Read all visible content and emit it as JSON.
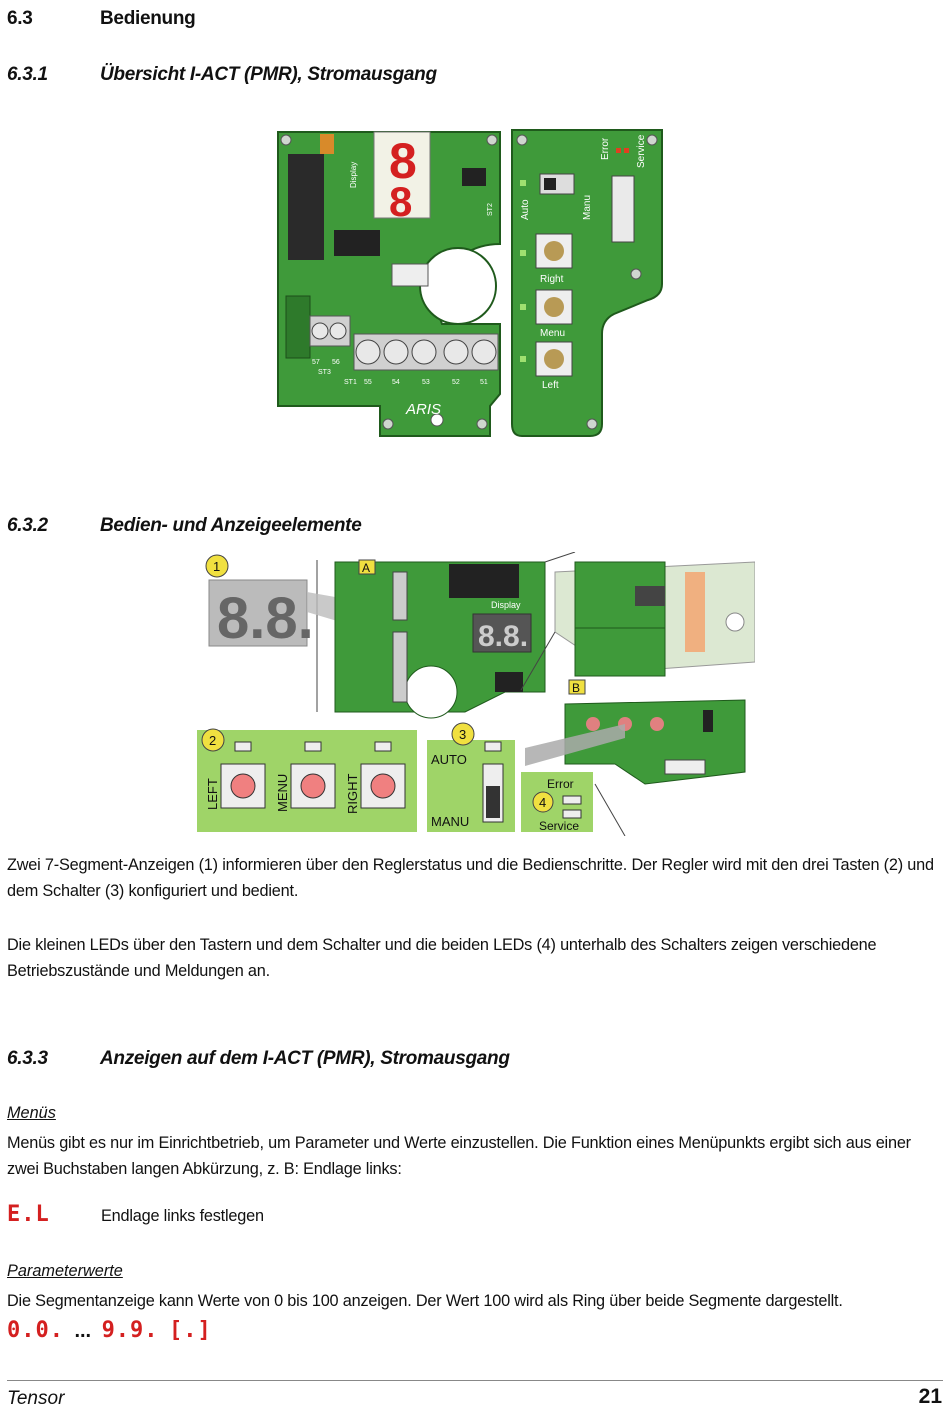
{
  "sections": {
    "s63": {
      "num": "6.3",
      "title": "Bedienung"
    },
    "s631": {
      "num": "6.3.1",
      "title": "Übersicht I-ACT (PMR), Stromausgang"
    },
    "s632": {
      "num": "6.3.2",
      "title": "Bedien- und Anzeigeelemente"
    },
    "s633": {
      "num": "6.3.3",
      "title": "Anzeigen auf dem I-ACT (PMR), Stromausgang"
    }
  },
  "board": {
    "display_label": "Display",
    "auto_label": "Auto",
    "manu_label": "Manu",
    "error_label": "Error",
    "service_label": "Service",
    "right_label": "Right",
    "menu_label": "Menu",
    "left_label": "Left",
    "brand": "ARIS",
    "st1": "ST1",
    "st2": "ST2",
    "st3": "ST3",
    "terminals": [
      "55",
      "54",
      "53",
      "52",
      "51"
    ],
    "terminals_small": [
      "57",
      "56"
    ]
  },
  "elements": {
    "callout1": "1",
    "callout2": "2",
    "callout3": "3",
    "callout4": "4",
    "box_a": "A",
    "box_b": "B",
    "left": "LEFT",
    "menu": "MENU",
    "right": "RIGHT",
    "auto": "AUTO",
    "manu": "MANU",
    "error": "Error",
    "service": "Service",
    "display": "Display"
  },
  "paragraphs": {
    "p1": "Zwei 7-Segment-Anzeigen (1) informieren über den Reglerstatus und die Bedienschritte. Der Regler wird mit den drei Tasten (2) und dem Schalter (3) konfiguriert und bedient.",
    "p2": "Die kleinen LEDs über den Tastern und dem Schalter und die beiden LEDs (4) unterhalb des Schalters zeigen verschiedene Betriebszustände und Meldungen an.",
    "menus_head": "Menüs",
    "menus_text": "Menüs gibt es nur im Einrichtbetrieb, um Parameter und Werte einzustellen. Die Funktion eines Menüpunkts ergibt sich aus einer zwei Buchstaben langen Abkürzung, z. B: Endlage links:",
    "el_code": "E.L",
    "el_text": "Endlage links festlegen",
    "param_head": "Parameterwerte",
    "param_text": "Die Segmentanzeige kann Werte von 0 bis 100 anzeigen. Der Wert 100 wird als Ring über beide Segmente dargestellt.",
    "seg_start": "0.0.",
    "seg_dots": "...",
    "seg_end": "9.9.",
    "seg_ring": "[.]"
  },
  "footer": {
    "left": "Tensor",
    "page": "21"
  },
  "colors": {
    "pcb": "#3f9a3a",
    "pcb_dark": "#2f7a2c",
    "panel": "#9fd468",
    "seg_red": "#d42020"
  }
}
